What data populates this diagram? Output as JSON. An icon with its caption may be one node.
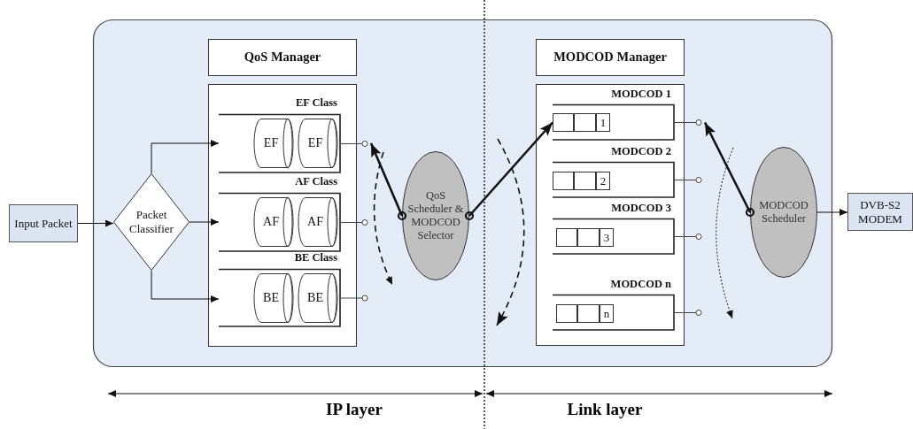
{
  "diagram": {
    "nodes": [
      {
        "text": [],
        "shape": "box"
      },
      {
        "text": [
          "Input Packet"
        ]
      },
      {
        "text": [
          "Packet Classifier"
        ],
        "in": 0
      },
      {
        "text": [
          "QoS Manager"
        ],
        "in": 0
      },
      {
        "text": [],
        "shape": "box",
        "in": 0
      },
      {
        "text": [
          "EF Class"
        ],
        "in": 4
      },
      {
        "text": [
          "EF"
        ],
        "in": 5
      },
      {
        "text": [
          "EF"
        ],
        "in": 5
      },
      {
        "text": [
          "AF Class"
        ],
        "in": 4
      },
      {
        "text": [
          "AF"
        ],
        "in": 8
      },
      {
        "text": [
          "AF"
        ],
        "in": 8
      },
      {
        "text": [
          "BE Class"
        ],
        "in": 4
      },
      {
        "text": [
          "BE"
        ],
        "in": 11
      },
      {
        "text": [
          "BE"
        ],
        "in": 11
      },
      {
        "text": [
          "QoS Scheduler & MODCOD Selector"
        ],
        "in": 0
      },
      {
        "text": [
          "MODCOD Manager"
        ],
        "in": 0
      },
      {
        "text": [],
        "shape": "box",
        "in": 0
      },
      {
        "text": [
          "MODCOD 1"
        ],
        "in": 16
      },
      {
        "text": [],
        "shape": "box",
        "in": 17
      },
      {
        "text": [],
        "shape": "box",
        "in": 17
      },
      {
        "text": [
          "1"
        ],
        "in": 17
      },
      {
        "text": [
          "MODCOD 2"
        ],
        "in": 16
      },
      {
        "text": [],
        "shape": "box",
        "in": 21
      },
      {
        "text": [],
        "shape": "box",
        "in": 21
      },
      {
        "text": [
          "2"
        ],
        "in": 21
      },
      {
        "text": [
          "MODCOD 3"
        ],
        "in": 16
      },
      {
        "text": [],
        "shape": "box",
        "in": 25
      },
      {
        "text": [],
        "shape": "box",
        "in": 25
      },
      {
        "text": [
          "3"
        ],
        "in": 25
      },
      {
        "text": [
          "MODCOD n"
        ],
        "in": 16
      },
      {
        "text": [],
        "shape": "box",
        "in": 29
      },
      {
        "text": [],
        "shape": "box",
        "in": 29
      },
      {
        "text": [
          "n"
        ],
        "in": 29
      },
      {
        "text": [
          "MODCOD Scheduler"
        ],
        "in": 0
      },
      {
        "text": [
          "DVB-S2 MODEM"
        ]
      }
    ],
    "edges": [
      {
        "from": 1,
        "to": 2,
        "arrow": "to"
      },
      {
        "from": 2,
        "to": 5,
        "arrow": "to"
      },
      {
        "from": 2,
        "to": 8,
        "arrow": "to"
      },
      {
        "from": 2,
        "to": 11,
        "arrow": "to"
      },
      {
        "from": 14,
        "to": 5,
        "arrow": "to",
        "style": "thick"
      },
      {
        "from": 14,
        "to": 18,
        "arrow": "to",
        "style": "thick"
      },
      {
        "from": 33,
        "to": 17,
        "arrow": "to",
        "style": "thick"
      },
      {
        "from": 33,
        "to": 34,
        "arrow": "to"
      }
    ],
    "labels": [
      "IP layer",
      "Link layer"
    ]
  }
}
